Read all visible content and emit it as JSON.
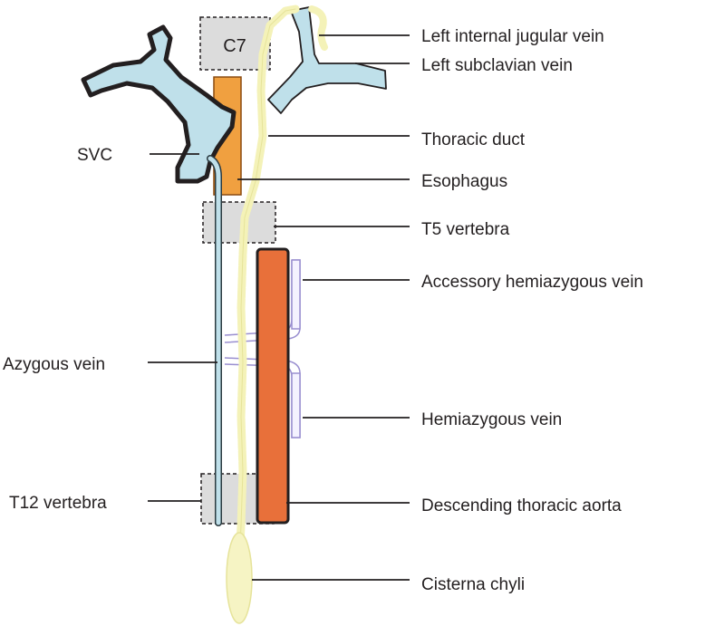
{
  "labels": {
    "c7": "C7",
    "left_internal_jugular_vein": "Left internal jugular vein",
    "left_subclavian_vein": "Left subclavian vein",
    "thoracic_duct": "Thoracic duct",
    "svc": "SVC",
    "esophagus": "Esophagus",
    "t5_vertebra": "T5 vertebra",
    "accessory_hemiazygous_vein": "Accessory hemiazygous vein",
    "azygous_vein": "Azygous vein",
    "hemiazygous_vein": "Hemiazygous vein",
    "t12_vertebra": "T12 vertebra",
    "descending_thoracic_aorta": "Descending thoracic aorta",
    "cisterna_chyli": "Cisterna chyli"
  },
  "colors": {
    "vein": "#bfe0ea",
    "esophagus": "#f0a040",
    "aorta": "#e8703a",
    "thoracic_duct": "#f4f2b8",
    "vertebra": "#dcdcdc",
    "hemiazygous": "#cfc8ec",
    "outline": "#231f20"
  }
}
